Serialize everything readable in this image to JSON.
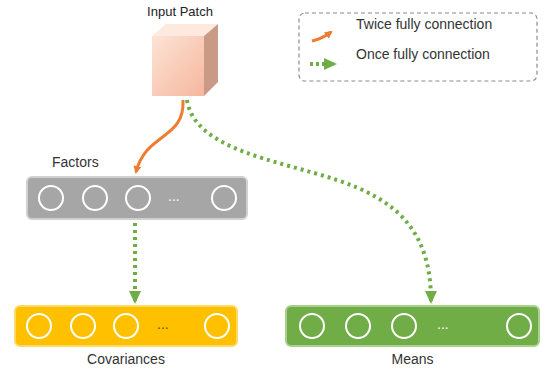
{
  "diagram": {
    "nodes": [
      {
        "text": [
          "Input Patch"
        ]
      },
      {
        "text": [
          "Factors",
          "..."
        ]
      },
      {
        "text": [
          "Covariances",
          "..."
        ]
      },
      {
        "text": [
          "Means",
          "..."
        ]
      }
    ],
    "edges": [
      {
        "from": 0,
        "to": 1,
        "arrow": "to"
      },
      {
        "from": 1,
        "to": 2,
        "arrow": "to"
      },
      {
        "from": 0,
        "to": 3,
        "arrow": "to"
      }
    ],
    "legend": [
      {
        "text": "Twice fully connection"
      },
      {
        "text": "Once fully connection"
      }
    ]
  }
}
